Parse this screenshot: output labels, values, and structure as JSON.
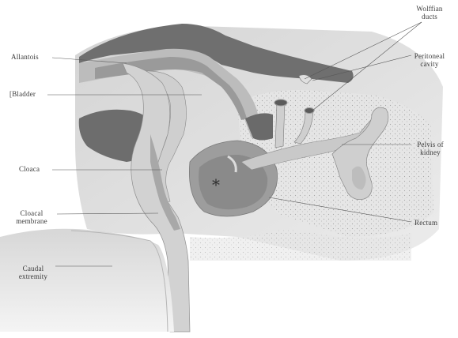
{
  "labels": {
    "allantois": "Allantois",
    "bladder": "[Bladder",
    "cloaca": "Cloaca",
    "cloacal_membrane": [
      "Cloacal",
      "membrane"
    ],
    "caudal_extremity": [
      "Caudal",
      "extremity"
    ],
    "wolffian_ducts": [
      "Wolffian",
      "ducts"
    ],
    "peritoneal_cavity": [
      "Peritoneal",
      "cavity"
    ],
    "pelvis_of_kidney": [
      "Pelvis of",
      "kidney"
    ],
    "rectum": "Rectum"
  },
  "marker_symbol": "*"
}
